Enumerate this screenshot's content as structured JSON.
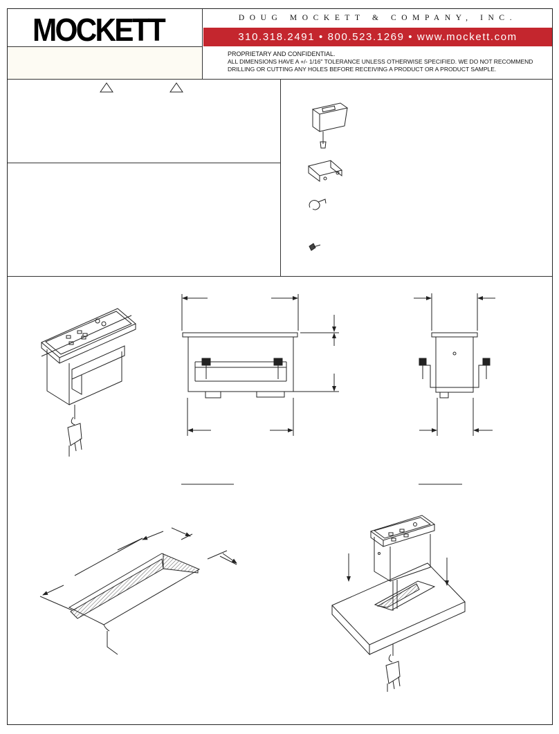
{
  "header": {
    "logo_text": "MOCKETT",
    "company_name": "DOUG MOCKETT & COMPANY, INC.",
    "contact_line": "310.318.2491 • 800.523.1269 • www.mockett.com"
  },
  "notice": {
    "heading": "PROPRIETARY AND CONFIDENTIAL.",
    "body": "ALL DIMENSIONS HAVE A +/- 1/16\" TOLERANCE UNLESS OTHERWISE SPECIFIED. WE DO NOT RECOMMEND DRILLING OR CUTTING ANY HOLES BEFORE RECEIVING A PRODUCT OR A PRODUCT SAMPLE."
  },
  "colors": {
    "brand_red": "#c4262e",
    "line": "#222222",
    "hatch": "#555555"
  }
}
